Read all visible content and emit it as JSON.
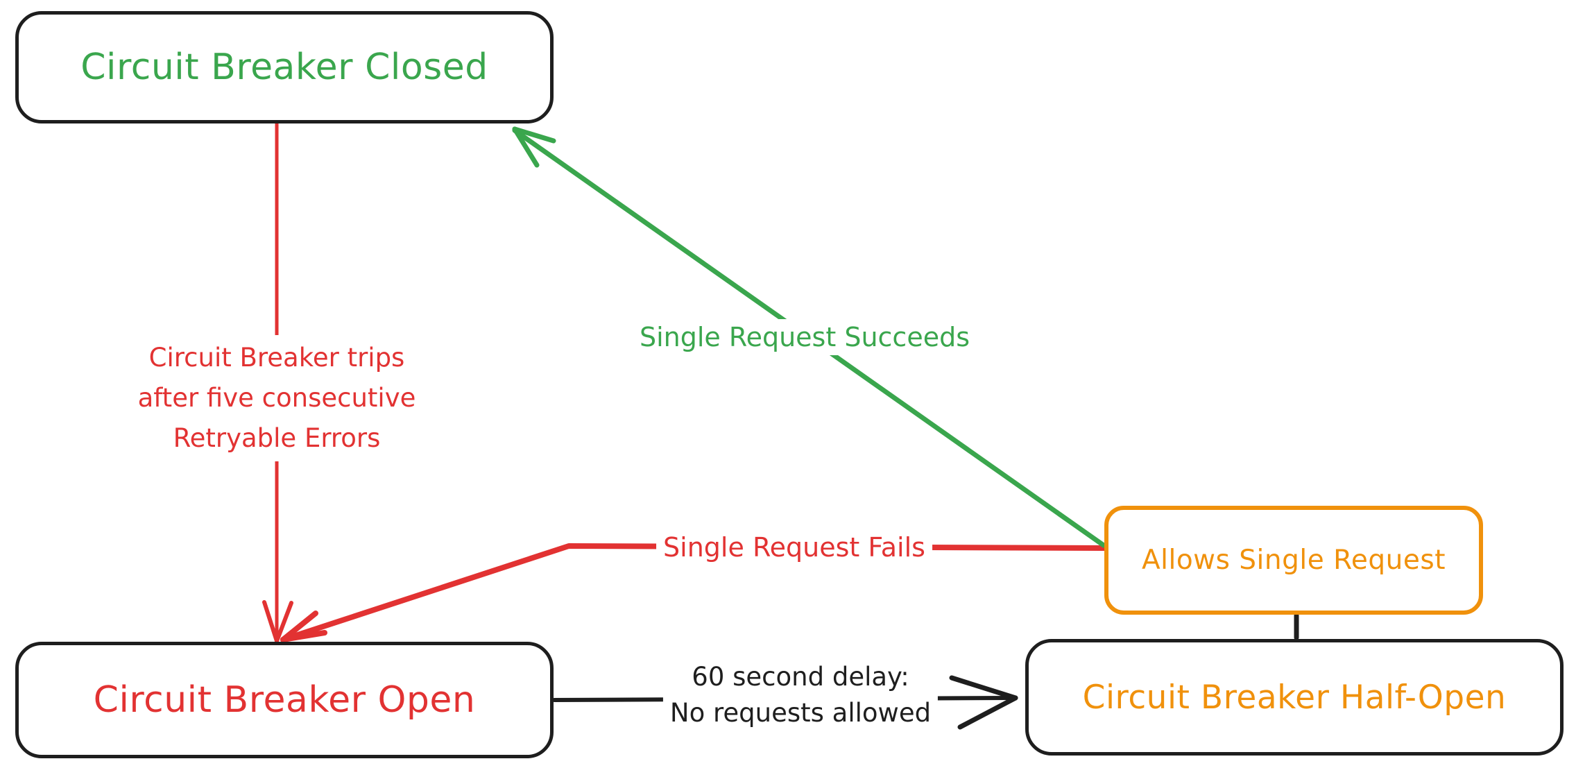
{
  "diagram": {
    "title": "Circuit Breaker state diagram",
    "colors": {
      "green": "#3aa64d",
      "red": "#e23232",
      "orange": "#f0910c",
      "ink": "#1e1e1e",
      "background": "#ffffff"
    },
    "nodes": {
      "closed": {
        "label": "Circuit Breaker Closed",
        "text_color": "#3aa64d",
        "border_color": "#1e1e1e"
      },
      "open": {
        "label": "Circuit Breaker Open",
        "text_color": "#e23232",
        "border_color": "#1e1e1e"
      },
      "halfopen": {
        "label": "Circuit Breaker Half-Open",
        "text_color": "#f0910c",
        "border_color": "#1e1e1e"
      },
      "allows": {
        "label": "Allows Single Request",
        "text_color": "#f0910c",
        "border_color": "#f0910c"
      }
    },
    "edges": {
      "trips": {
        "from": "closed",
        "to": "open",
        "color": "#e23232",
        "lines": [
          "Circuit Breaker trips",
          "after five consecutive",
          "Retryable Errors"
        ]
      },
      "succeeds": {
        "from": "allows",
        "to": "closed",
        "color": "#3aa64d",
        "label": "Single Request Succeeds"
      },
      "fails": {
        "from": "allows",
        "to": "open",
        "color": "#e23232",
        "label": "Single Request Fails"
      },
      "delay": {
        "from": "open",
        "to": "halfopen",
        "color": "#1e1e1e",
        "lines": [
          "60 second delay:",
          "No requests allowed"
        ]
      },
      "allows_link": {
        "from": "allows",
        "to": "halfopen",
        "color": "#1e1e1e",
        "label": ""
      }
    }
  }
}
